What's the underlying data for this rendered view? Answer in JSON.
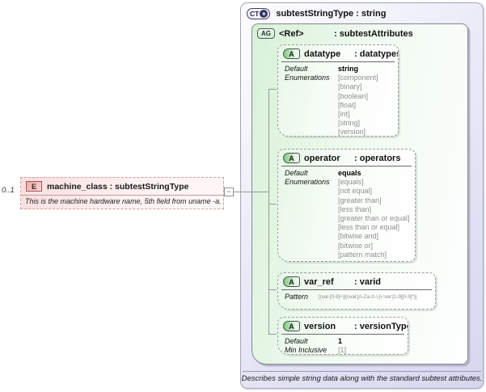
{
  "element": {
    "cardinality": "0..1",
    "icon_label": "E",
    "name": "machine_class",
    "type_suffix": ": subtestStringType",
    "annotation": "This is the machine hardware name, 5th field from uname -a.",
    "toggle_glyph": "−"
  },
  "complex_type": {
    "icon_label": "CT",
    "icon_plus": "+",
    "title": "subtestStringType : string",
    "description": "Describes simple string data along with the standard subtest attributes."
  },
  "attribute_group": {
    "icon_label": "AG",
    "name": "<Ref>",
    "type_suffix": ": subtestAttributes",
    "attributes": [
      {
        "icon_label": "A",
        "name": "datatype",
        "type_suffix": ": datatypes",
        "facet_labels": [
          "Default",
          "Enumerations"
        ],
        "facet_values": [
          {
            "t": "string",
            "s": "b"
          },
          {
            "t": "[component]",
            "s": "g"
          },
          {
            "t": "[binary]",
            "s": "g"
          },
          {
            "t": "[boolean]",
            "s": "g"
          },
          {
            "t": "[float]",
            "s": "g"
          },
          {
            "t": "[int]",
            "s": "g"
          },
          {
            "t": "[string]",
            "s": "g"
          },
          {
            "t": "[version]",
            "s": "g"
          }
        ]
      },
      {
        "icon_label": "A",
        "name": "operator",
        "type_suffix": ": operators",
        "facet_labels": [
          "Default",
          "Enumerations"
        ],
        "facet_values": [
          {
            "t": "equals",
            "s": "b"
          },
          {
            "t": "[equals]",
            "s": "g"
          },
          {
            "t": "[not equal]",
            "s": "g"
          },
          {
            "t": "[greater than]",
            "s": "g"
          },
          {
            "t": "[less than]",
            "s": "g"
          },
          {
            "t": "[greater than or equal]",
            "s": "g"
          },
          {
            "t": "[less than or equal]",
            "s": "g"
          },
          {
            "t": "[bitwise and]",
            "s": "g"
          },
          {
            "t": "[bitwise or]",
            "s": "g"
          },
          {
            "t": "[pattern match]",
            "s": "g"
          }
        ]
      },
      {
        "icon_label": "A",
        "name": "var_ref",
        "type_suffix": ": varid",
        "facet_labels": [
          "Pattern"
        ],
        "facet_values": [
          {
            "t": "[(var-[0-9]+)|(oval:[A-Za-z\\-\\.]+:var:[1-9][0-9]*)]",
            "s": "gp"
          }
        ]
      },
      {
        "icon_label": "A",
        "name": "version",
        "type_suffix": ": versionType",
        "facet_labels": [
          "Default",
          "Min Inclusive"
        ],
        "facet_values": [
          {
            "t": "1",
            "s": "b"
          },
          {
            "t": "[1]",
            "s": "g"
          }
        ]
      }
    ]
  }
}
